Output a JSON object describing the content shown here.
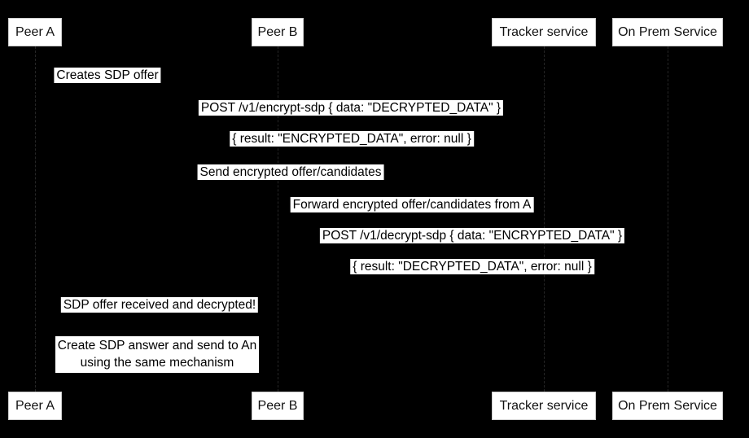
{
  "diagram": {
    "type": "sequence-diagram",
    "colors": {
      "background": "#000000",
      "actor_box_fill": "#ffffff",
      "actor_box_text": "#000000",
      "message_label_bg": "#ffffff",
      "message_label_text": "#000000",
      "lifeline": "#262626"
    },
    "actors": [
      {
        "id": "peer-a",
        "label": "Peer A"
      },
      {
        "id": "peer-b",
        "label": "Peer B"
      },
      {
        "id": "tracker",
        "label": "Tracker service"
      },
      {
        "id": "onprem",
        "label": "On Prem Service"
      }
    ],
    "messages": [
      {
        "label": "Creates SDP offer",
        "from": "peer-a",
        "to": "peer-a"
      },
      {
        "label": "POST /v1/encrypt-sdp { data: \"DECRYPTED_DATA\" }",
        "from": "peer-a",
        "to": "onprem"
      },
      {
        "label": "{ result: \"ENCRYPTED_DATA\", error: null }",
        "from": "onprem",
        "to": "peer-a"
      },
      {
        "label": "Send encrypted offer/candidates",
        "from": "peer-a",
        "to": "tracker"
      },
      {
        "label": "Forward encrypted offer/candidates from A",
        "from": "tracker",
        "to": "peer-b"
      },
      {
        "label": "POST /v1/decrypt-sdp { data: \"ENCRYPTED_DATA\" }",
        "from": "peer-b",
        "to": "onprem"
      },
      {
        "label": "{ result: \"DECRYPTED_DATA\", error: null }",
        "from": "onprem",
        "to": "peer-b"
      },
      {
        "label": "SDP offer received and decrypted!",
        "from": "peer-b",
        "to": "peer-a"
      }
    ],
    "note": {
      "over": "peer-a,peer-b",
      "lines": [
        "Create SDP answer and send to An",
        "using the same mechanism"
      ]
    }
  }
}
